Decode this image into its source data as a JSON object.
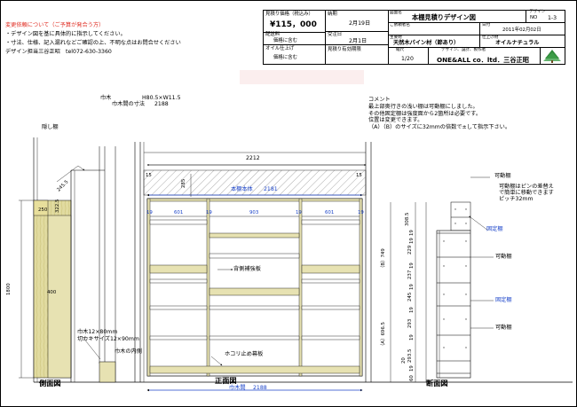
{
  "header": {
    "price_label": "見積り価格（税込み）",
    "price_value": "¥115，000",
    "delivery_label": "配送料",
    "delivery_value": "価格に含む",
    "oil_label": "オイル仕上げ",
    "oil_value": "価格に含む",
    "deadline_label": "納期",
    "deadline_value": "2月19日",
    "order_date_label": "受注日",
    "order_date_value": "2月1日",
    "validity_label": "見積り有効期限",
    "drawing_name_label": "図面名",
    "drawing_name_value": "本棚見積りデザイン図",
    "design_no_label": "デザイン",
    "design_no_sub": "NO",
    "design_no_value": "1-3",
    "customer_label": "ご依頼者名",
    "date_label": "日付",
    "date_value": "2011年02月02日",
    "material_label": "主要材",
    "material_value": "天然木パイン材（節あり）",
    "finish_label": "仕上げ材",
    "finish_value": "オイルナチュラル",
    "scale_label": "縮尺",
    "scale_value": "1/20",
    "maker_label": "デザイン、設計、製作者",
    "maker_value": "ONE&ALL co．ltd．三谷正昭"
  },
  "notes": {
    "title": "変更依頼について（ご予算が発合う方）",
    "line1": "・デザイン図を基に具体的に指示してください。",
    "line2": "・寸法、仕様、記入漏れなどご確認の上、不明な点はお問合せください",
    "contact": "デザイン担当三谷正昭　tel072-630-3360"
  },
  "comment": {
    "title": "コメント",
    "line1": "最上部奥行きの浅い棚は可動棚にしました。",
    "line2": "その他固定棚は強度面から2箇所は必要です。",
    "line3": "位置は変更できます。",
    "line4": "（A）（B）のサイズに32mmの倍数で±して指示下さい。"
  },
  "top_labels": {
    "habaki_label": "巾木",
    "habaki_dims": "H80.5×W11.5",
    "gap_label": "巾木間の寸法",
    "gap_value": "2188"
  },
  "side": {
    "kakushi": "隠し棚",
    "dim_250": "250",
    "dim_322": "322.5",
    "dim_2455": "245.5",
    "dim_400": "400",
    "dim_1800": "1800",
    "habaki_note1": "巾木12×80mm",
    "habaki_note2": "切カキサイズ12×90mm",
    "habaki_note3": "巾木の内側",
    "title": "側面図"
  },
  "front": {
    "total_width": "2212",
    "dim_15_left": "15",
    "dim_15_right": "15",
    "dim_285": "285",
    "body_width_label": "本棚本体",
    "body_width_value": "2181",
    "col_dims": [
      "19",
      "601",
      "19",
      "903",
      "19",
      "601",
      "19"
    ],
    "rear_brace": "背側補強板",
    "dust_board": "ホコリ止め幕板",
    "habaki_gap_label": "巾木間",
    "habaki_gap_value": "2188",
    "title": "正面図"
  },
  "section": {
    "movable_shelf": "可動棚",
    "movable_note1": "可動棚はピンの差替え",
    "movable_note2": "で簡単に移動できます",
    "movable_note3": "ピッチ32mm",
    "fixed_shelf1": "固定棚",
    "fixed_shelf2": "固定棚",
    "movable_shelf2": "可動棚",
    "movable_shelf3": "可動棚",
    "b_label": "（B）749",
    "a_label": "（A）696.5",
    "right_dims": [
      "19",
      "308.5",
      "19",
      "229",
      "19",
      "237",
      "19",
      "245",
      "19",
      "293",
      "19",
      "20",
      "293.5",
      "19",
      "60"
    ],
    "title": "断面図"
  }
}
